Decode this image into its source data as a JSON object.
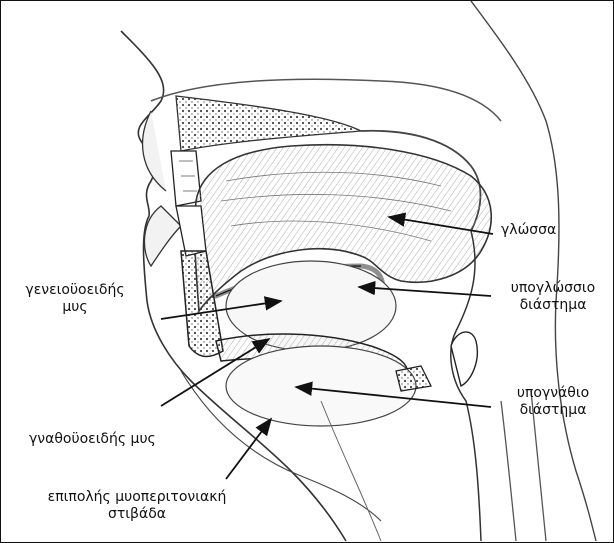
{
  "labels": {
    "tongue": "γλώσσα",
    "sublingual_space_line1": "υπογλώσσιο",
    "sublingual_space_line2": "διάστημα",
    "geniohyoid_line1": "γενειοϋοειδής",
    "geniohyoid_line2": "μυς",
    "submandibular_space_line1": "υπογνάθιο",
    "submandibular_space_line2": "διάστημα",
    "mylohyoid": "γναθοϋοειδής μυς",
    "fascia_line1": "επιπολής μυοπεριτονιακή",
    "fascia_line2": "στιβάδα"
  }
}
